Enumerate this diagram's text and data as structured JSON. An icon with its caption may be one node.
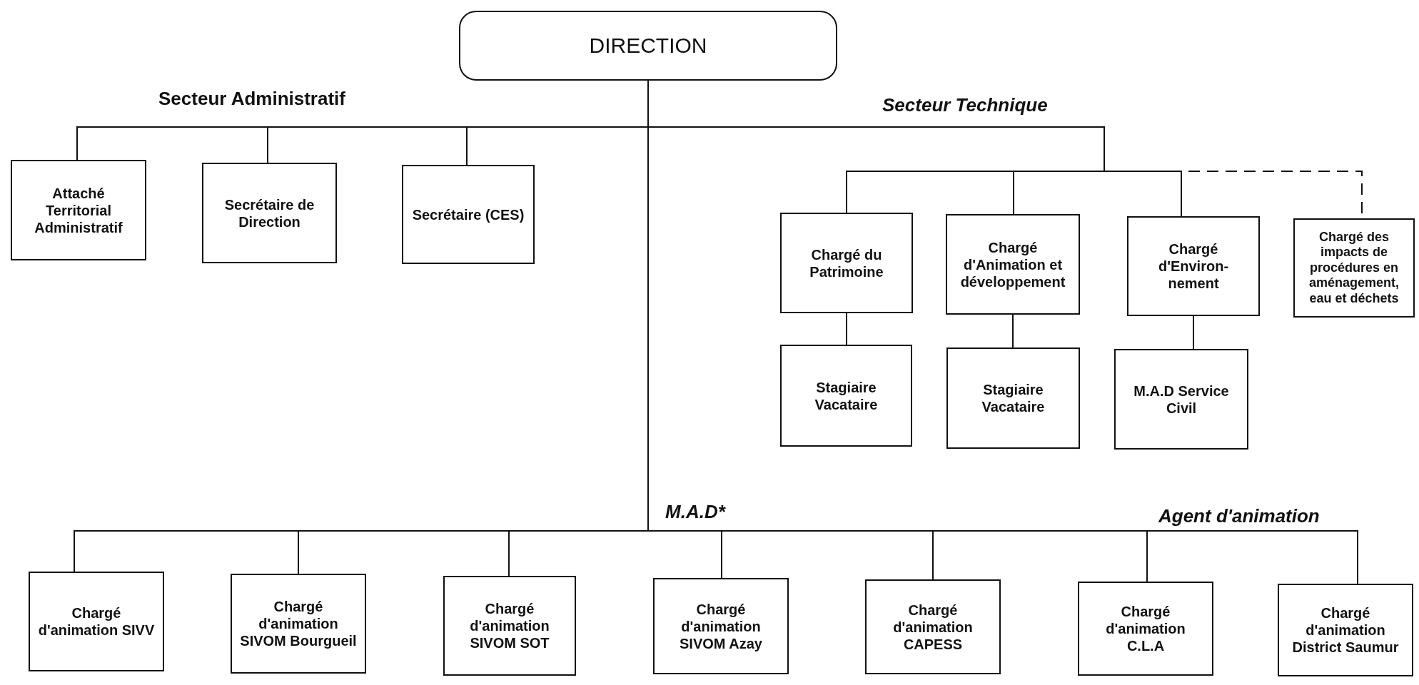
{
  "diagram": {
    "nodes": [
      {
        "text": [
          "DIRECTION"
        ]
      },
      {
        "text": [
          "Attaché Territorial Administratif"
        ]
      },
      {
        "text": [
          "Secrétaire de Direction"
        ]
      },
      {
        "text": [
          "Secrétaire (CES)"
        ]
      },
      {
        "text": [
          "Chargé du Patrimoine"
        ]
      },
      {
        "text": [
          "Chargé d'Animation et développement"
        ]
      },
      {
        "text": [
          "Chargé d'Environ- nement"
        ]
      },
      {
        "text": [
          "Chargé des impacts de procédures en aménagement, eau et déchets"
        ]
      },
      {
        "text": [
          "Stagiaire Vacataire"
        ]
      },
      {
        "text": [
          "Stagiaire Vacataire"
        ]
      },
      {
        "text": [
          "M.A.D Service Civil"
        ]
      },
      {
        "text": [
          "Chargé d'animation SIVV"
        ]
      },
      {
        "text": [
          "Chargé d'animation SIVOM Bourgueil"
        ]
      },
      {
        "text": [
          "Chargé d'animation SIVOM SOT"
        ]
      },
      {
        "text": [
          "Chargé d'animation SIVOM Azay"
        ]
      },
      {
        "text": [
          "Chargé d'animation CAPESS"
        ]
      },
      {
        "text": [
          "Chargé d'animation C.L.A"
        ]
      },
      {
        "text": [
          "Chargé d'animation District Saumur"
        ]
      }
    ],
    "edges": [
      {
        "from": 0,
        "to": 1,
        "arrow": "none"
      },
      {
        "from": 0,
        "to": 2,
        "arrow": "none"
      },
      {
        "from": 0,
        "to": 3,
        "arrow": "none"
      },
      {
        "from": 0,
        "to": 4,
        "arrow": "none"
      },
      {
        "from": 0,
        "to": 5,
        "arrow": "none"
      },
      {
        "from": 0,
        "to": 6,
        "arrow": "none"
      },
      {
        "from": 0,
        "to": 7,
        "arrow": "none",
        "style": "dashed"
      },
      {
        "from": 4,
        "to": 8,
        "arrow": "none"
      },
      {
        "from": 5,
        "to": 9,
        "arrow": "none"
      },
      {
        "from": 6,
        "to": 10,
        "arrow": "none"
      },
      {
        "from": 0,
        "to": 11,
        "arrow": "none"
      },
      {
        "from": 0,
        "to": 12,
        "arrow": "none"
      },
      {
        "from": 0,
        "to": 13,
        "arrow": "none"
      },
      {
        "from": 0,
        "to": 14,
        "arrow": "none"
      },
      {
        "from": 0,
        "to": 15,
        "arrow": "none"
      },
      {
        "from": 0,
        "to": 16,
        "arrow": "none"
      },
      {
        "from": 0,
        "to": 17,
        "arrow": "none"
      }
    ],
    "labels": [
      "Secteur Administratif",
      "Secteur Technique",
      "M.A.D*",
      "Agent d'animation"
    ]
  }
}
